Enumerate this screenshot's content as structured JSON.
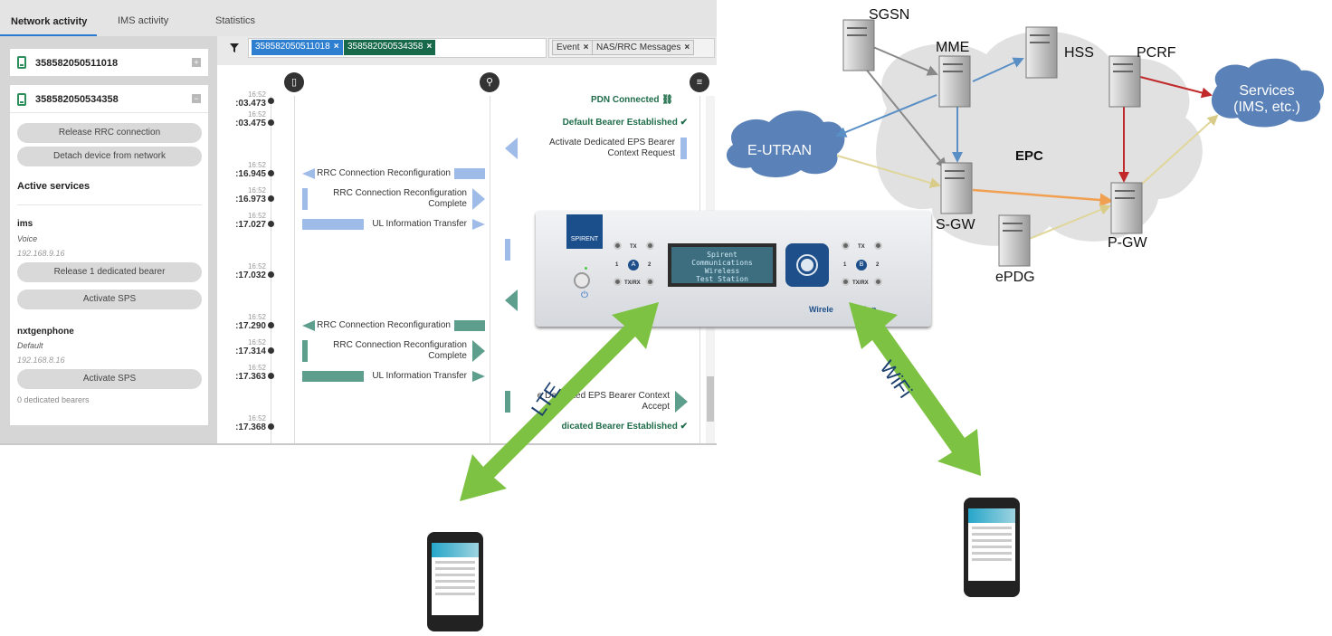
{
  "tabs": [
    "Network activity",
    "IMS activity",
    "Statistics"
  ],
  "devices": [
    {
      "number": "358582050511018",
      "expander": "+"
    },
    {
      "number": "358582050534358",
      "expander": "−"
    }
  ],
  "actions": {
    "release_rrc": "Release RRC connection",
    "detach": "Detach device from network"
  },
  "active_services": {
    "heading": "Active services",
    "services": [
      {
        "name": "ims",
        "type": "Voice",
        "ip": "192.168.9.16",
        "buttons": [
          "Release 1 dedicated bearer",
          "Activate SPS"
        ]
      },
      {
        "name": "nxtgenphone",
        "type": "Default",
        "ip": "192.168.8.16",
        "buttons": [
          "Activate SPS"
        ],
        "note": "0 dedicated bearers"
      }
    ]
  },
  "filters": {
    "imsi_chips": [
      "358582050511018",
      "358582050534358"
    ],
    "type_chips": [
      "Event",
      "NAS/RRC Messages"
    ],
    "remove": "×"
  },
  "lane_icons": [
    "▯",
    "⚲",
    "≡"
  ],
  "timeline": [
    {
      "time_small": "16:52",
      "time": ":03.473"
    },
    {
      "time_small": "16:52",
      "time": ":03.475"
    },
    {
      "time_small": "16:52",
      "time": ":16.945"
    },
    {
      "time_small": "16:52",
      "time": ":16.973"
    },
    {
      "time_small": "16:52",
      "time": ":17.027"
    },
    {
      "time_small": "16:52",
      "time": ":17.032"
    },
    {
      "time_small": "16:52",
      "time": ":17.290"
    },
    {
      "time_small": "16:52",
      "time": ":17.314"
    },
    {
      "time_small": "16:52",
      "time": ":17.363"
    },
    {
      "time_small": "16:52",
      "time": ":17.368"
    }
  ],
  "messages": {
    "pdn": "PDN Connected",
    "default_bearer": "Default Bearer Established",
    "activate_req": "Activate Dedicated EPS Bearer Context Request",
    "rrc_reconf": "RRC Connection Reconfiguration",
    "rrc_reconf_complete": "RRC Connection Reconfiguration Complete",
    "ul_info": "UL Information Transfer",
    "rrc_reconf2": "RRC Connection Reconfiguration",
    "rrc_reconf_complete2": "RRC Connection Reconfiguration Complete",
    "ul_info2": "UL Information Transfer",
    "accept_partial": "e Dedicated EPS Bearer Context Accept",
    "dedicated_partial": "dicated Bearer Established",
    "link_icon": "⛓",
    "check_icon": "✔"
  },
  "diagram": {
    "nodes": [
      "SGSN",
      "MME",
      "HSS",
      "PCRF",
      "S-GW",
      "P-GW",
      "ePDG"
    ],
    "eutran": "E-UTRAN",
    "epc": "EPC",
    "services": "Services (IMS, etc.)",
    "services_line1": "Services",
    "services_line2": "(IMS, etc.)",
    "colors": {
      "blue_link": "#5a8fc6",
      "gray_link": "#888888",
      "red_link": "#c0282a",
      "orange_link": "#f0a050",
      "yellow_link": "#e0d69a",
      "arrow_green": "#7dc242",
      "cloud": "#5a82b8"
    }
  },
  "hardware": {
    "brand": "SPIRENT",
    "lcd_lines": [
      "Spirent",
      "Communications",
      "Wireless",
      "Test Station"
    ],
    "label": "Wireless Test Station",
    "label_partial": "Wirele",
    "label_partial2": "ation",
    "port_a": "A",
    "port_b": "B",
    "tx": "TX",
    "txrx": "TX/RX",
    "num1": "1",
    "num2": "2"
  },
  "links": {
    "lte": "LTE",
    "wifi": "WiFi"
  }
}
